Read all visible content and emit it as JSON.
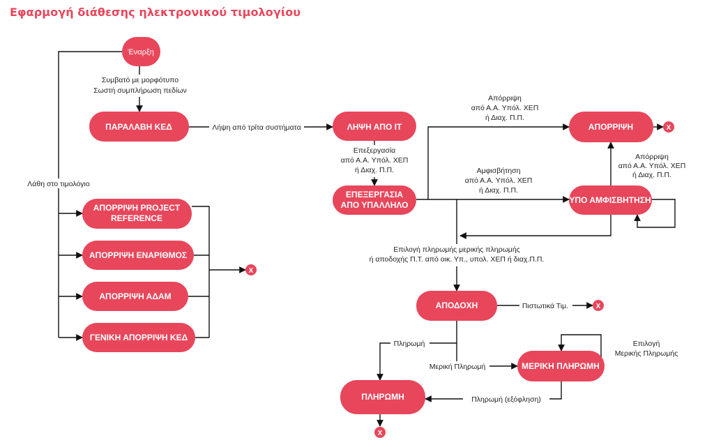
{
  "title": "Εφαρμογή διάθεσης ηλεκτρονικού τιμολογίου",
  "colors": {
    "node": "#e8465b",
    "title": "#e8465b",
    "line": "#111111"
  },
  "nodes": {
    "start": "Έναρξη",
    "receive": "ΠΑΡΑΛΑΒΗ ΚΕΔ",
    "receive_it": "ΛΗΨΗ ΑΠΟ ΙΤ",
    "process": [
      "ΕΠΕΞΕΡΓΑΣΙΑ",
      "ΑΠΟ ΥΠΑΛΛΗΛΟ"
    ],
    "reject": "ΑΠΟΡΡΙΨΗ",
    "disputed": "ΥΠΟ ΑΜΦΙΣΒΗΤΗΣΗ",
    "reject_project": [
      "ΑΠΟΡΡΙΨΗ PROJECT",
      "REFERENCE"
    ],
    "reject_enarithmos": "ΑΠΟΡΡΙΨΗ ΕΝΑΡΙΘΜΟΣ",
    "reject_adam": "ΑΠΟΡΡΙΨΗ ΑΔΑΜ",
    "reject_general": "ΓΕΝΙΚΗ ΑΠΟΡΡΙΨΗ ΚΕΔ",
    "accept": "ΑΠΟΔΟΧΗ",
    "partial_payment": "ΜΕΡΙΚΗ ΠΛΗΡΩΜΗ",
    "payment": "ΠΛΗΡΩΜΗ"
  },
  "labels": {
    "format": [
      "Συμβατό με μορφότυπο",
      "Σωστή συμπλήρωση πεδίων"
    ],
    "third_party": "Λήψη από τρίτα συστήματα",
    "processing": [
      "Επεξεργασία",
      "από Α.Α. Υπόλ. ΧΕΠ",
      "ή Διαχ. Π.Π."
    ],
    "reject_top": [
      "Απόρριψη",
      "από Α.Α. Υπόλ. ΧΕΠ",
      "ή Διαχ. Π.Π."
    ],
    "dispute": [
      "Αμφισβήτηση",
      "από Α.Α. Υπόλ. ΧΕΠ",
      "ή Διαχ. Π.Π."
    ],
    "reject_right": [
      "Απόρριψη",
      "από Α.Α. Υπόλ. ΧΕΠ",
      "ή Διαχ. Π.Π."
    ],
    "errors": "Λάθη στο τιμολόγιο",
    "payment_choice": [
      "Επιλογή πληρωμής μερικής πληρωμής",
      "ή αποδοχής Π.Τ. από οικ. Υπ., υπολ. ΧΕΠ ή διαχ.Π.Π."
    ],
    "credit": "Πιστωτικά Τιμ.",
    "pay": "Πληρωμή",
    "partial": "Μερική Πληρωμή",
    "choose_partial": [
      "Επιλογή",
      "Μερικής Πληρωμής"
    ],
    "settlement": "Πληρωμή (εξόφληση)"
  },
  "end_symbol": "X"
}
